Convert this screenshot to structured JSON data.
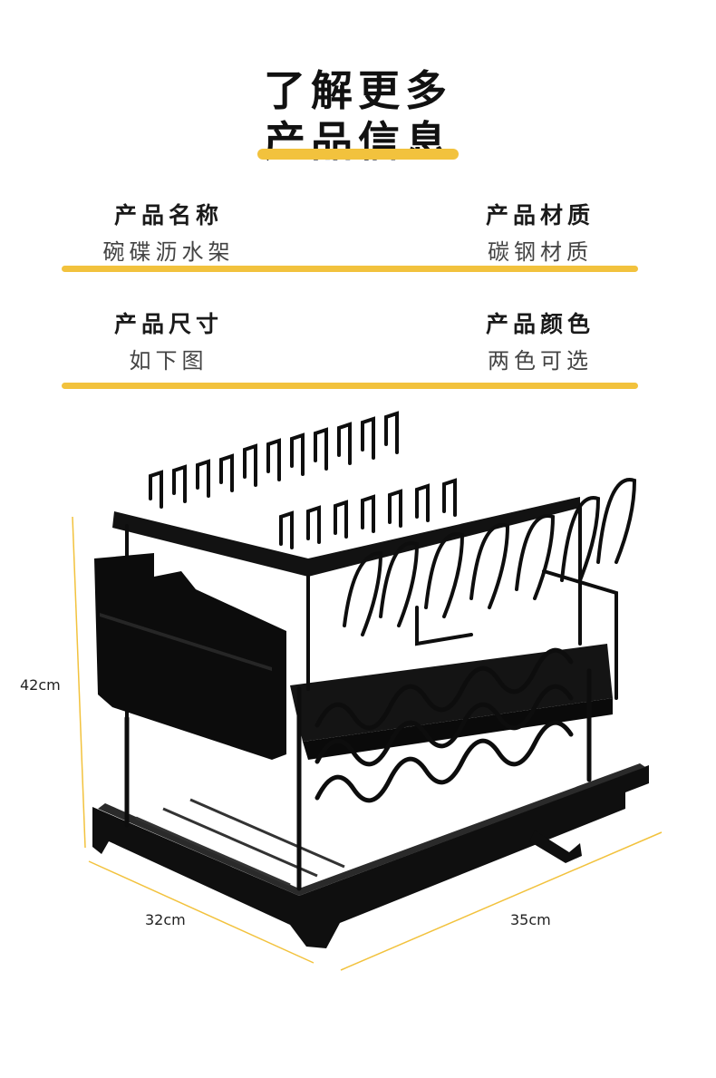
{
  "header": {
    "title_line1": "了解更多",
    "title_line2": "产品信息"
  },
  "specs": {
    "name_label": "产品名称",
    "name_value": "碗碟沥水架",
    "material_label": "产品材质",
    "material_value": "碳钢材质",
    "size_label": "产品尺寸",
    "size_value": "如下图",
    "color_label": "产品颜色",
    "color_value": "两色可选"
  },
  "dimensions": {
    "height": "42cm",
    "depth": "32cm",
    "width": "35cm"
  },
  "colors": {
    "accent": "#f2c23d",
    "product": "#111111"
  }
}
